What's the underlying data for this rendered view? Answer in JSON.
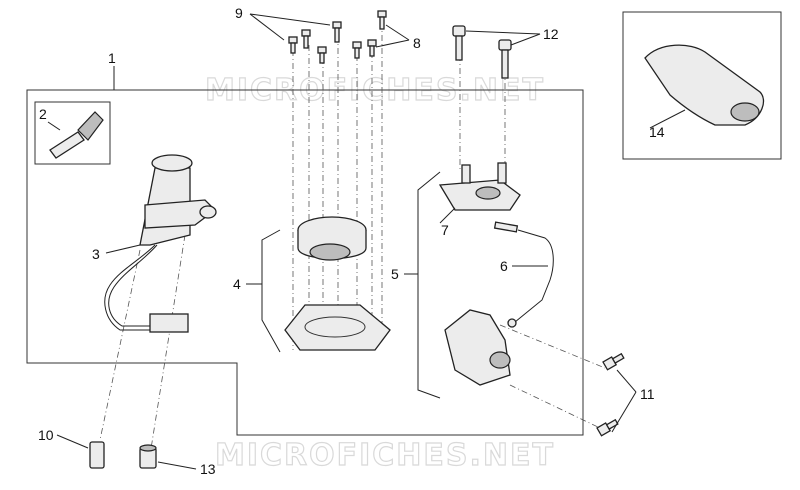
{
  "watermark": "MICROFICHES.NET",
  "callouts": {
    "c1": "1",
    "c2": "2",
    "c3": "3",
    "c4": "4",
    "c5": "5",
    "c6": "6",
    "c7": "7",
    "c8": "8",
    "c9": "9",
    "c10": "10",
    "c11": "11",
    "c12": "12",
    "c13": "13",
    "c14": "14"
  }
}
